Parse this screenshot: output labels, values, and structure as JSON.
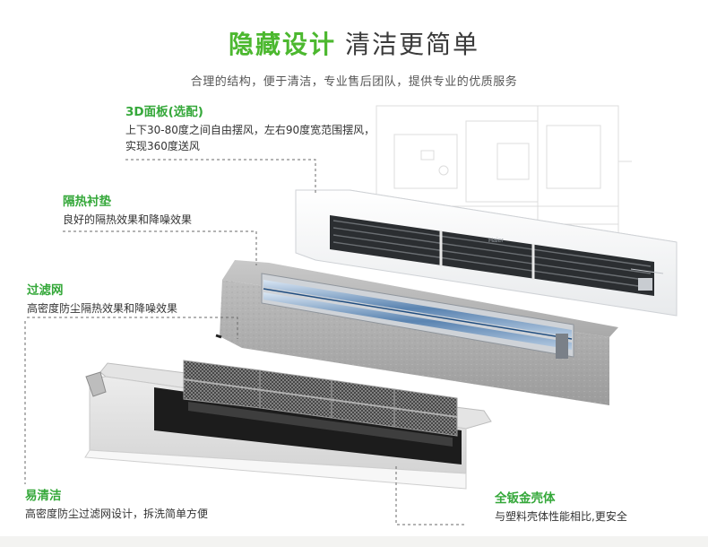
{
  "header": {
    "title_green": "隐藏设计",
    "title_dark": "清洁更简单",
    "subtitle": "合理的结构，便于清洁，专业售后团队，提供专业的优质服务"
  },
  "features": {
    "panel": {
      "name": "3D面板(选配)",
      "desc_line1": "上下30-80度之间自由摆风，左右90度宽范围摆风，",
      "desc_line2": "实现360度送风"
    },
    "insulation": {
      "name": "隔热衬垫",
      "desc": "良好的隔热效果和降噪效果"
    },
    "filter": {
      "name": "过滤网",
      "desc": "高密度防尘隔热效果和降噪效果"
    },
    "easy_clean": {
      "name": "易清洁",
      "desc": "高密度防尘过滤网设计，拆洗简单方便"
    },
    "shell": {
      "name": "全钣金壳体",
      "desc": "与塑料壳体性能相比,更安全"
    }
  },
  "product": {
    "panel_logo": "Haier"
  },
  "colors": {
    "accent_green": "#4cb82f",
    "label_green": "#35a83a"
  }
}
